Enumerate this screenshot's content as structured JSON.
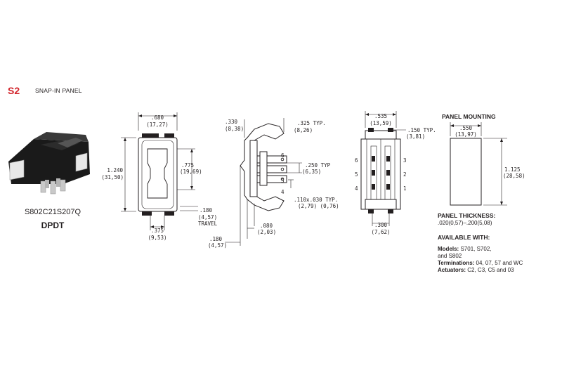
{
  "header": {
    "code": "S2",
    "title": "SNAP-IN PANEL"
  },
  "product": {
    "model": "S802C21S207Q",
    "circuit": "DPDT"
  },
  "front_view": {
    "width": ".680",
    "width_mm": "(17,27)",
    "height": "1.240",
    "height_mm": "(31,50)",
    "actuator": ".775",
    "actuator_mm": "(19,69)",
    "travel": ".180",
    "travel_mm": "(4,57)",
    "travel_label": "TRAVEL",
    "bottom": ".375",
    "bottom_mm": "(9,53)"
  },
  "side_view": {
    "top_offset": ".330",
    "top_offset_mm": "(8,38)",
    "typ1": ".325 TYP.",
    "typ1_mm": "(8,26)",
    "spacing": ".250 TYP",
    "spacing_mm": "(6,35)",
    "term": ".110x.030 TYP.",
    "term_mm": "(2,79)  (0,76)",
    "bottom_a": ".180",
    "bottom_a_mm": "(4,57)",
    "bottom_b": ".080",
    "bottom_b_mm": "(2,03)",
    "pins": [
      "6",
      "5",
      "4"
    ]
  },
  "end_view": {
    "top": ".535",
    "top_mm": "(13,59)",
    "right": ".150 TYP.",
    "right_mm": "(3,81)",
    "bottom": ".300",
    "bottom_mm": "(7,62)",
    "pins_left": [
      "6",
      "5",
      "4"
    ],
    "pins_right": [
      "3",
      "2",
      "1"
    ]
  },
  "panel_mounting": {
    "title": "PANEL MOUNTING",
    "width": ".550",
    "width_mm": "(13,97)",
    "height": "1.125",
    "height_mm": "(28,58)"
  },
  "panel_thickness": {
    "label": "PANEL THICKNESS:",
    "value": ".020(0,57)–.200(5,08)"
  },
  "available": {
    "title": "AVAILABLE WITH:",
    "models_label": "Models:",
    "models_value": "S701, S702,",
    "models_value2": "and S802",
    "terminations_label": "Terminations:",
    "terminations_value": "04, 07, 57 and WC",
    "actuators_label": "Actuators:",
    "actuators_value": "C2, C3, C5 and 03"
  },
  "colors": {
    "accent": "#d2232a",
    "ink": "#231f20",
    "switch_body": "#1f1f1f"
  }
}
